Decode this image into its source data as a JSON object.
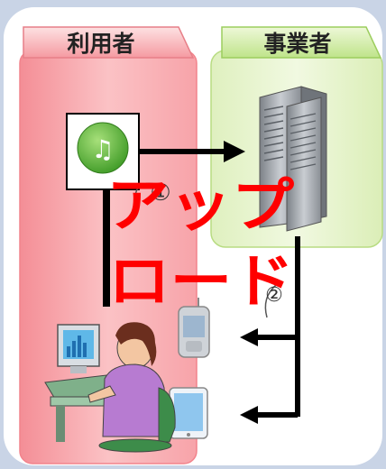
{
  "user_label": "利用者",
  "provider_label": "事業者",
  "step1": "①",
  "step2": "②",
  "overlay_line1": "アップ",
  "overlay_line2": "ロード",
  "colors": {
    "user_panel": "#f6a7ab",
    "provider_panel": "#e3f3c4",
    "overlay_text": "#ff0000",
    "arrow": "#000000"
  },
  "icons": [
    "music-note-icon",
    "server-icon",
    "person-at-computer-icon",
    "phone-icon",
    "tablet-icon"
  ]
}
